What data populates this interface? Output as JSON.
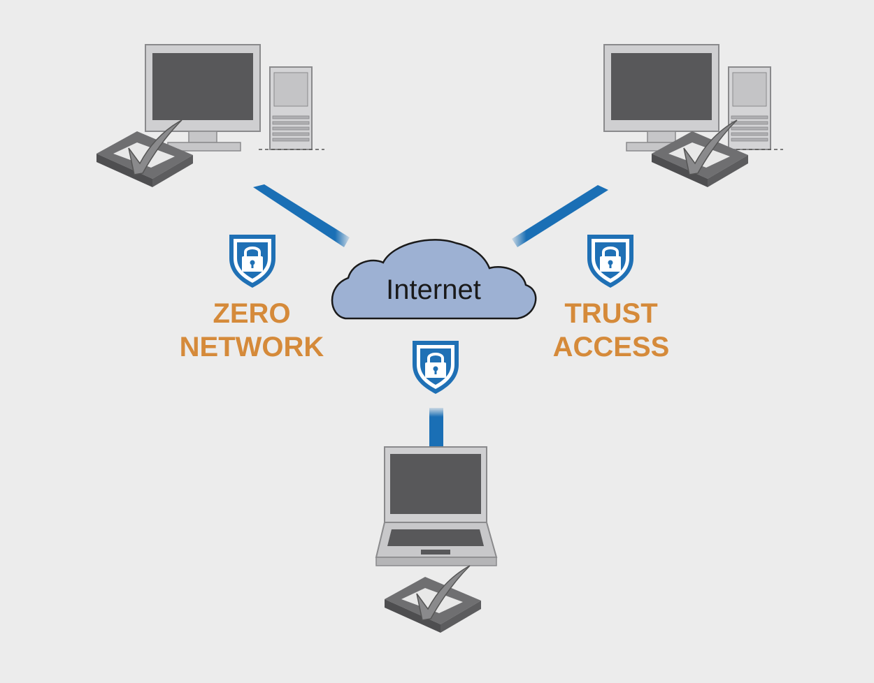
{
  "cloud": {
    "label": "Internet"
  },
  "labels": {
    "left_line1": "ZERO",
    "left_line2": "NETWORK",
    "right_line1": "TRUST",
    "right_line2": "ACCESS"
  },
  "colors": {
    "background": "#ececec",
    "link_blue": "#1a6fb5",
    "shield_blue": "#1f70b5",
    "cloud_fill": "#9db1d3",
    "label_orange": "#d58a3a",
    "screen_dark": "#58585a",
    "device_gray": "#cfcfd1"
  },
  "icons": [
    "desktop-computer-icon",
    "laptop-icon",
    "checkbox-check-icon",
    "shield-lock-icon",
    "cloud-icon"
  ]
}
